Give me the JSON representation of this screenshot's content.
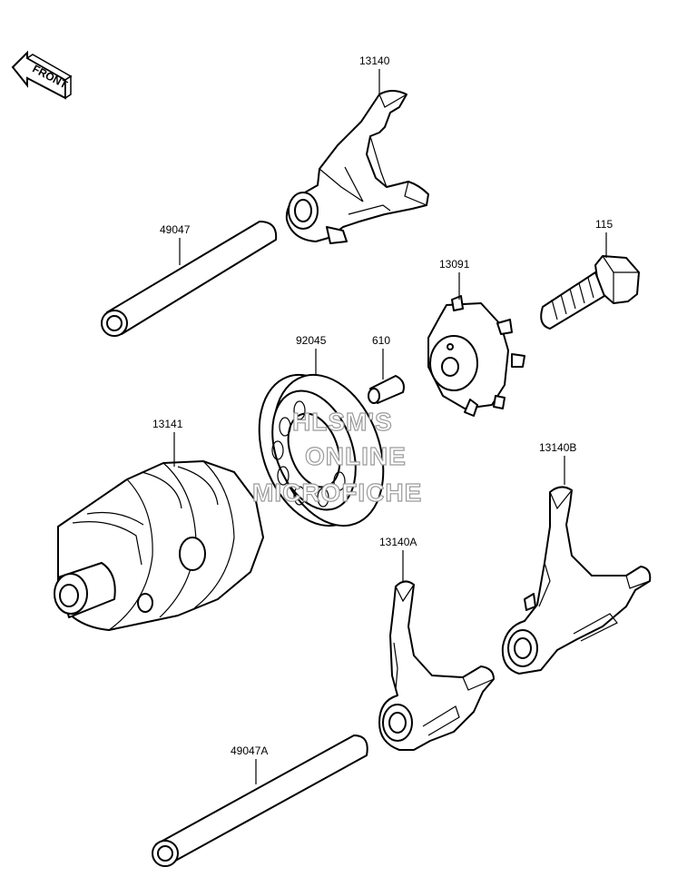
{
  "front_badge": "FRONT",
  "watermark": {
    "line1": "HLSM'S",
    "line2": "ONLINE",
    "line3": "MICROFICHE"
  },
  "parts": {
    "shift_fork_top": "13140",
    "shaft_upper": "49047",
    "bolt": "115",
    "pin_holder": "13091",
    "bearing": "92045",
    "pin": "610",
    "shift_drum": "13141",
    "shift_fork_b": "13140B",
    "shift_fork_a": "13140A",
    "shaft_lower": "49047A"
  }
}
